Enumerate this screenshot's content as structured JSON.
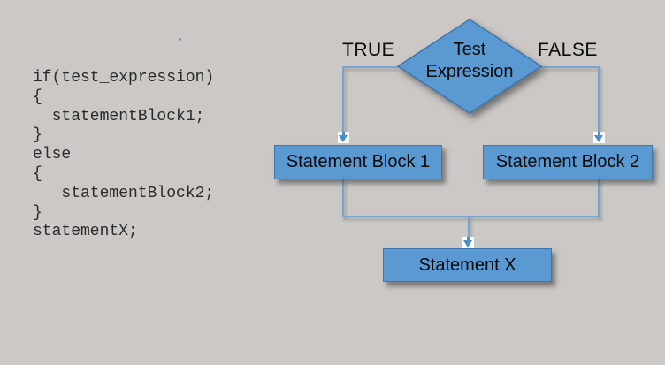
{
  "canvas": {
    "background": "#cbc8c5"
  },
  "code": {
    "text": "if(test_expression)\n{\n  statementBlock1;\n}\nelse\n{\n   statementBlock2;\n}\nstatementX;"
  },
  "flowchart": {
    "diamond_label": "Test\nExpression",
    "true_label": "TRUE",
    "false_label": "FALSE",
    "boxes": [
      {
        "label": "Statement Block 1"
      },
      {
        "label": "Statement Block 2"
      },
      {
        "label": "Statement X"
      }
    ],
    "colors": {
      "shape_fill": "#5b99d3",
      "shape_border": "#3f76ac",
      "connector": "#7aa3cf",
      "arrowhead": "#4a8fc9",
      "text": "#0a0a0a",
      "code_text": "#2b2b2b"
    }
  }
}
